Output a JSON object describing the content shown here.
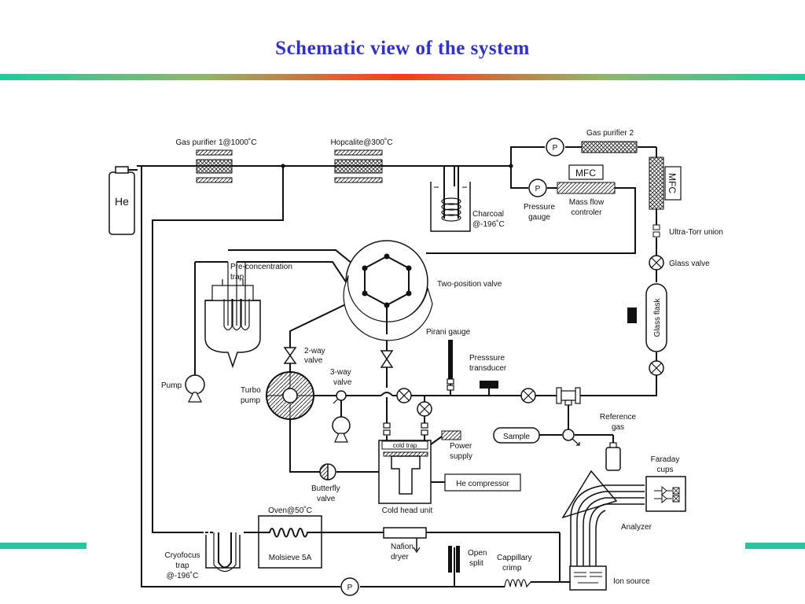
{
  "title": "Schematic view of the system",
  "labels": {
    "he": "He",
    "gas_purifier_1": "Gas purifier 1@1000˚C",
    "hopcalite": "Hopcalite@300˚C",
    "gas_purifier_2": "Gas purifier 2",
    "mfc_box": "MFC",
    "mfc_vertical": "MFC",
    "p": "P",
    "charcoal_1": "Charcoal",
    "charcoal_2": "@-196˚C",
    "pressure_gauge_1": "Pressure",
    "pressure_gauge_2": "gauge",
    "mass_flow_1": "Mass flow",
    "mass_flow_2": "controler",
    "ultra_torr": "Ultra-Torr union",
    "glass_valve": "Glass valve",
    "glass_flask": "Glass flask",
    "preconc_1": "Pre-concentration",
    "preconc_2": "trap",
    "two_position_valve": "Two-position valve",
    "pirani_gauge": "Pirani gauge",
    "pressure_transducer_1": "Presssure",
    "pressure_transducer_2": "transducer",
    "two_way_1": "2-way",
    "two_way_2": "valve",
    "three_way_1": "3-way",
    "three_way_2": "valve",
    "pump": "Pump",
    "turbo_1": "Turbo",
    "turbo_2": "pump",
    "cold_trap": "cold trap",
    "power_supply_1": "Power",
    "power_supply_2": "supply",
    "he_compressor": "He compressor",
    "cold_head_unit": "Cold head unit",
    "butterfly_1": "Butterfly",
    "butterfly_2": "valve",
    "sample": "Sample",
    "reference_gas_1": "Reference",
    "reference_gas_2": "gas",
    "faraday_1": "Faraday",
    "faraday_2": "cups",
    "analyzer": "Analyzer",
    "oven": "Oven@50˚C",
    "molsieve": "Molsieve 5A",
    "cryofocus_1": "Cryofocus",
    "cryofocus_2": "trap",
    "cryofocus_3": "@-196˚C",
    "nafion_1": "Nafion",
    "nafion_2": "dryer",
    "open_split_1": "Open",
    "open_split_2": "split",
    "capillary_1": "Cappillary",
    "capillary_2": "crimp",
    "ion_source": "Ion source"
  }
}
